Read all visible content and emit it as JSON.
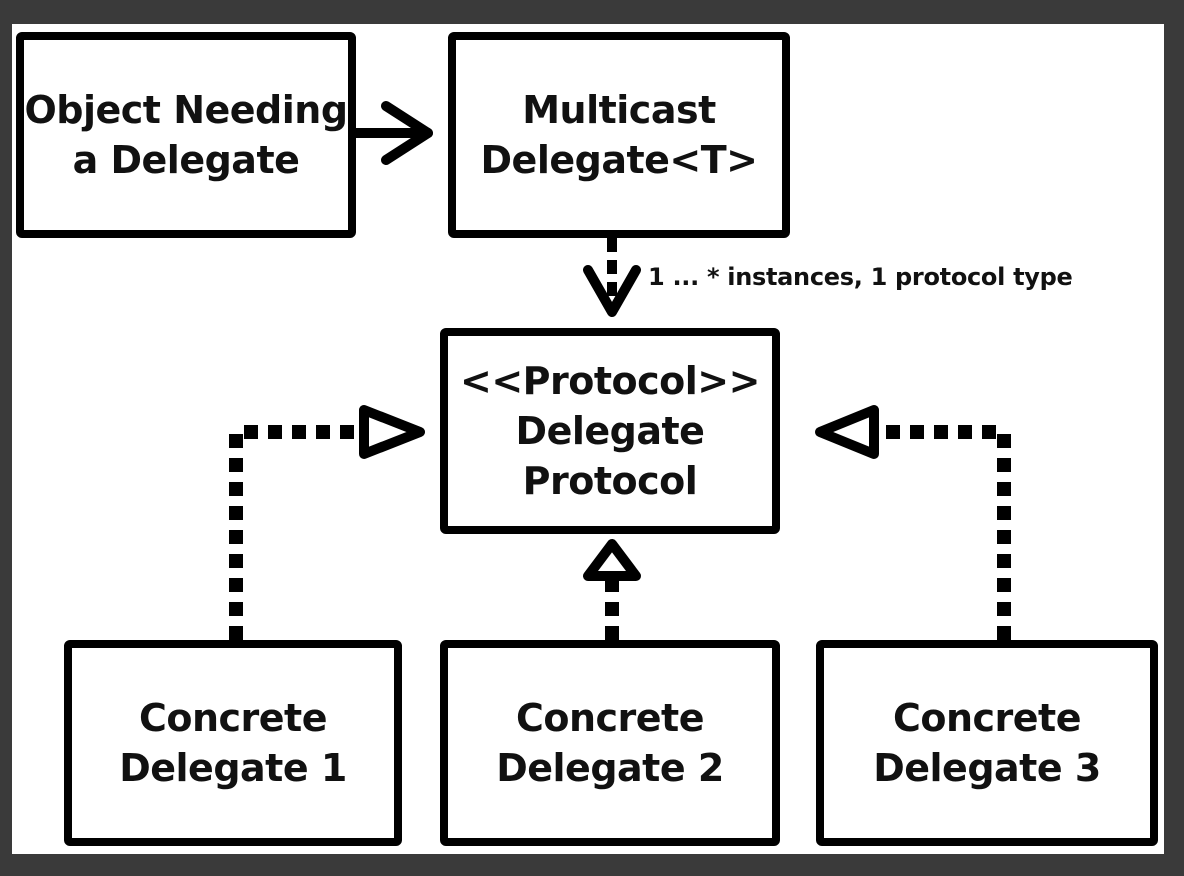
{
  "diagram": {
    "nodes": {
      "object": {
        "line1": "Object Needing",
        "line2": "a Delegate"
      },
      "multicast": {
        "line1": "Multicast",
        "line2": "Delegate<T>"
      },
      "protocol": {
        "line1": "<<Protocol>>",
        "line2": "Delegate",
        "line3": "Protocol"
      },
      "concrete1": {
        "line1": "Concrete",
        "line2": "Delegate 1"
      },
      "concrete2": {
        "line1": "Concrete",
        "line2": "Delegate 2"
      },
      "concrete3": {
        "line1": "Concrete",
        "line2": "Delegate 3"
      }
    },
    "edges": {
      "multicast_to_protocol_label": "1 ... * instances, 1 protocol type"
    }
  }
}
